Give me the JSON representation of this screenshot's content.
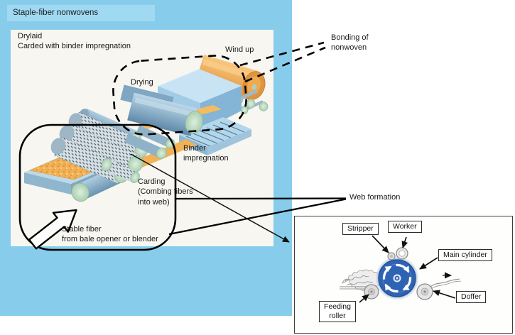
{
  "colors": {
    "background_blue": "#87CDEB",
    "panel_white": "#F7F6F1",
    "fiber_orange": "#F1B157",
    "machine_blue": "#A4CCE6",
    "main_cylinder_blue": "#2E63B4"
  },
  "header": {
    "title": "Staple-fiber nonwovens"
  },
  "panel": {
    "subtitle": "Drylaid\nCarded with binder impregnation",
    "labels": {
      "wind_up": "Wind up",
      "drying": "Drying",
      "binder_impregnation": "Binder\nimpregnation",
      "carding": "Carding\n(Combing fibers\ninto web)",
      "stable_fiber": "Stable fiber\nfrom bale opener or blender"
    }
  },
  "callouts": {
    "bonding_of_nonwoven": "Bonding of\nnonwoven",
    "web_formation": "Web formation"
  },
  "inset": {
    "labels": {
      "stripper": "Stripper",
      "worker": "Worker",
      "main_cylinder": "Main cylinder",
      "feeding_roller": "Feeding\nroller",
      "doffer": "Doffer"
    }
  }
}
